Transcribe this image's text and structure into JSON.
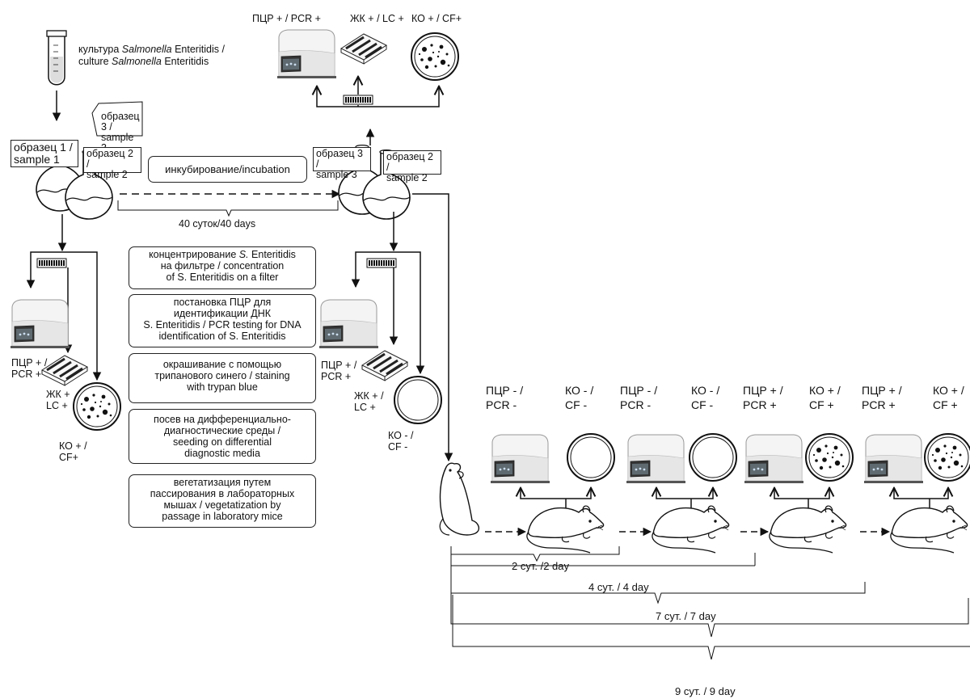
{
  "top_results": {
    "pcr": "ПЦР + / PCR +",
    "lc": "ЖК + / LC +",
    "cf": "КО + / CF+"
  },
  "culture": {
    "line1_a": "культура ",
    "line1_i": "Salmonella",
    "line1_b": " Enteritidis /",
    "line2_a": "culture ",
    "line2_i": "Salmonella",
    "line2_b": " Enteritidis"
  },
  "samples": {
    "s1_l1": "образец 1 /",
    "s1_l2": "sample 1",
    "s2_l1": "образец 2 /",
    "s2_l2": "sample 2",
    "s3_l1": "образец 3 /",
    "s3_l2": "sample 3"
  },
  "incubation": "инкубирование/incubation",
  "duration": "40 суток/40 days",
  "left_results": {
    "pcr1": "ПЦР + /",
    "pcr2": "PCR +",
    "lc1": "ЖК +",
    "lc2": "LC +",
    "cf1": "КО + /",
    "cf2": "CF+"
  },
  "mid_results": {
    "pcr1": "ПЦР + /",
    "pcr2": "PCR +",
    "lc1": "ЖК + /",
    "lc2": "LC +",
    "cf1": "КО - /",
    "cf2": "CF -"
  },
  "steps": [
    {
      "l1_a": "концентрирование ",
      "l1_i": "S.",
      "l1_b": " Enteritidis",
      "l2": "на фильтре / concentration",
      "l3": "of S. Enteritidis on a filter"
    },
    {
      "l1": "постановка ПЦР для",
      "l2": "идентификации ДНК",
      "l3": "S. Enteritidis / PCR testing for DNA",
      "l4": "identification of S. Enteritidis"
    },
    {
      "l1": "окрашивание с помощью",
      "l2": "трипанового  синего / staining",
      "l3": "with trypan blue"
    },
    {
      "l1": "посев на дифференциально-",
      "l2": "диагностические среды /",
      "l3": "seeding on differential",
      "l4": "diagnostic media"
    },
    {
      "l1": "вегетатизация путем",
      "l2": "пассирования в лабораторных",
      "l3": "мышах / vegetatization by",
      "l4": "passage in laboratory mice"
    }
  ],
  "passages": [
    {
      "pcr1": "ПЦР - /",
      "pcr2": "PCR -",
      "cf1": "КО - /",
      "cf2": "CF -"
    },
    {
      "pcr1": "ПЦР - /",
      "pcr2": "PCR -",
      "cf1": "КО - /",
      "cf2": "CF -"
    },
    {
      "pcr1": "ПЦР + /",
      "pcr2": "PCR +",
      "cf1": "КО + /",
      "cf2": "CF +"
    },
    {
      "pcr1": "ПЦР + /",
      "pcr2": "PCR +",
      "cf1": "КО + /",
      "cf2": "CF +"
    }
  ],
  "timeline": [
    "2 сут. /2 day",
    "4 сут. / 4 day",
    "7 сут. / 7 day",
    "9 сут. / 9 day"
  ]
}
